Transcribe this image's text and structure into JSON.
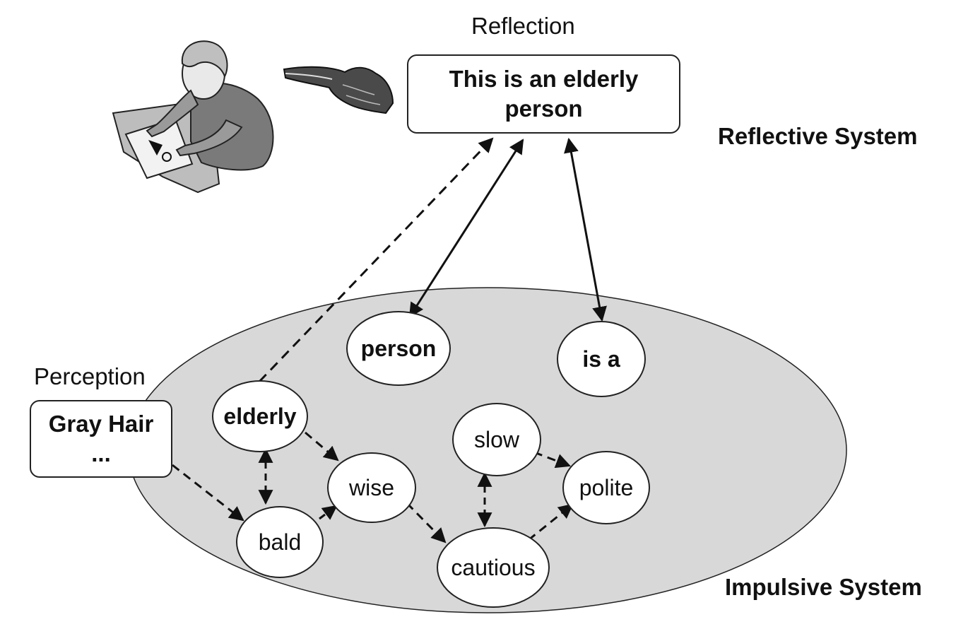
{
  "labels": {
    "reflection": "Reflection",
    "perception": "Perception",
    "reflective_system": "Reflective System",
    "impulsive_system": "Impulsive System"
  },
  "reflection_box": {
    "line1": "This is an elderly",
    "line2": "person"
  },
  "perception_box": {
    "line1": "Gray Hair",
    "line2": "..."
  },
  "nodes": {
    "person": "person",
    "is_a": "is a",
    "elderly": "elderly",
    "wise": "wise",
    "bald": "bald",
    "slow": "slow",
    "polite": "polite",
    "cautious": "cautious"
  },
  "colors": {
    "impulsive_ellipse_fill": "#d8d8d8",
    "stroke": "#111111",
    "node_fill": "#ffffff"
  },
  "illustrations": [
    "elderly-woman-clipart",
    "pointing-hand-icon"
  ]
}
